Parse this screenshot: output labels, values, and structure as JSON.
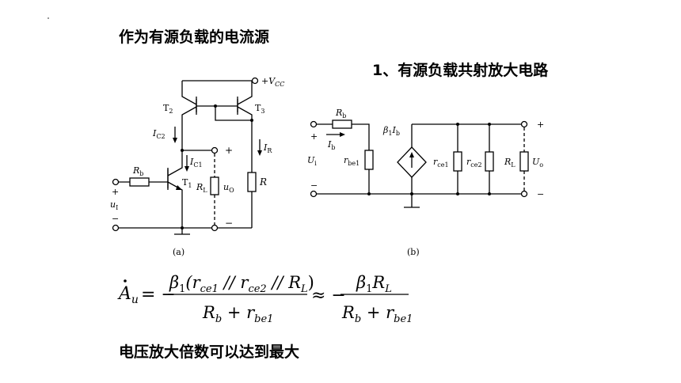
{
  "title": "作为有源负载的电流源",
  "subtitle": "1、有源负载共射放大电路",
  "footer": "电压放大倍数可以达到最大",
  "circuit_a": {
    "caption": "(a)",
    "vcc": "+V",
    "vcc_sub": "CC",
    "t1": "T",
    "t1_sub": "1",
    "t2": "T",
    "t2_sub": "2",
    "t3": "T",
    "t3_sub": "3",
    "ic2": "I",
    "ic2_sub": "C2",
    "ic1": "I",
    "ic1_sub": "C1",
    "ir": "I",
    "ir_sub": "R",
    "rb": "R",
    "rb_sub": "b",
    "rl": "R",
    "rl_sub": "L",
    "r": "R",
    "uo": "u",
    "uo_sub": "O",
    "ui": "u",
    "ui_sub": "I",
    "plus": "+",
    "minus": "−"
  },
  "circuit_b": {
    "caption": "(b)",
    "rb": "R",
    "rb_sub": "b",
    "ib": "I",
    "ib_sub": "b",
    "ui": "U",
    "ui_sub": "i",
    "rbe1": "r",
    "rbe1_sub": "be1",
    "beta": "β",
    "beta_sub": "1",
    "beta_ib": "I",
    "beta_ib_sub": "b",
    "rce1": "r",
    "rce1_sub": "ce1",
    "rce2": "r",
    "rce2_sub": "ce2",
    "rl": "R",
    "rl_sub": "L",
    "uo": "U",
    "uo_sub": "o",
    "plus": "+",
    "minus": "−"
  },
  "equation": {
    "lhs": "A",
    "lhs_sub": "u",
    "eq": "= −",
    "num1_beta": "β",
    "num1_beta_sub": "1",
    "num1_open": "(r",
    "num1_rce1_sub": "ce1",
    "num1_par1": " // r",
    "num1_rce2_sub": "ce2",
    "num1_par2": " // R",
    "num1_rl_sub": "L",
    "num1_close": ")",
    "den_rb": "R",
    "den_rb_sub": "b",
    "den_plus": " + r",
    "den_rbe_sub": "be1",
    "approx": "≈ −",
    "num2_beta": "β",
    "num2_beta_sub": "1",
    "num2_r": "R",
    "num2_r_sub": "L"
  }
}
